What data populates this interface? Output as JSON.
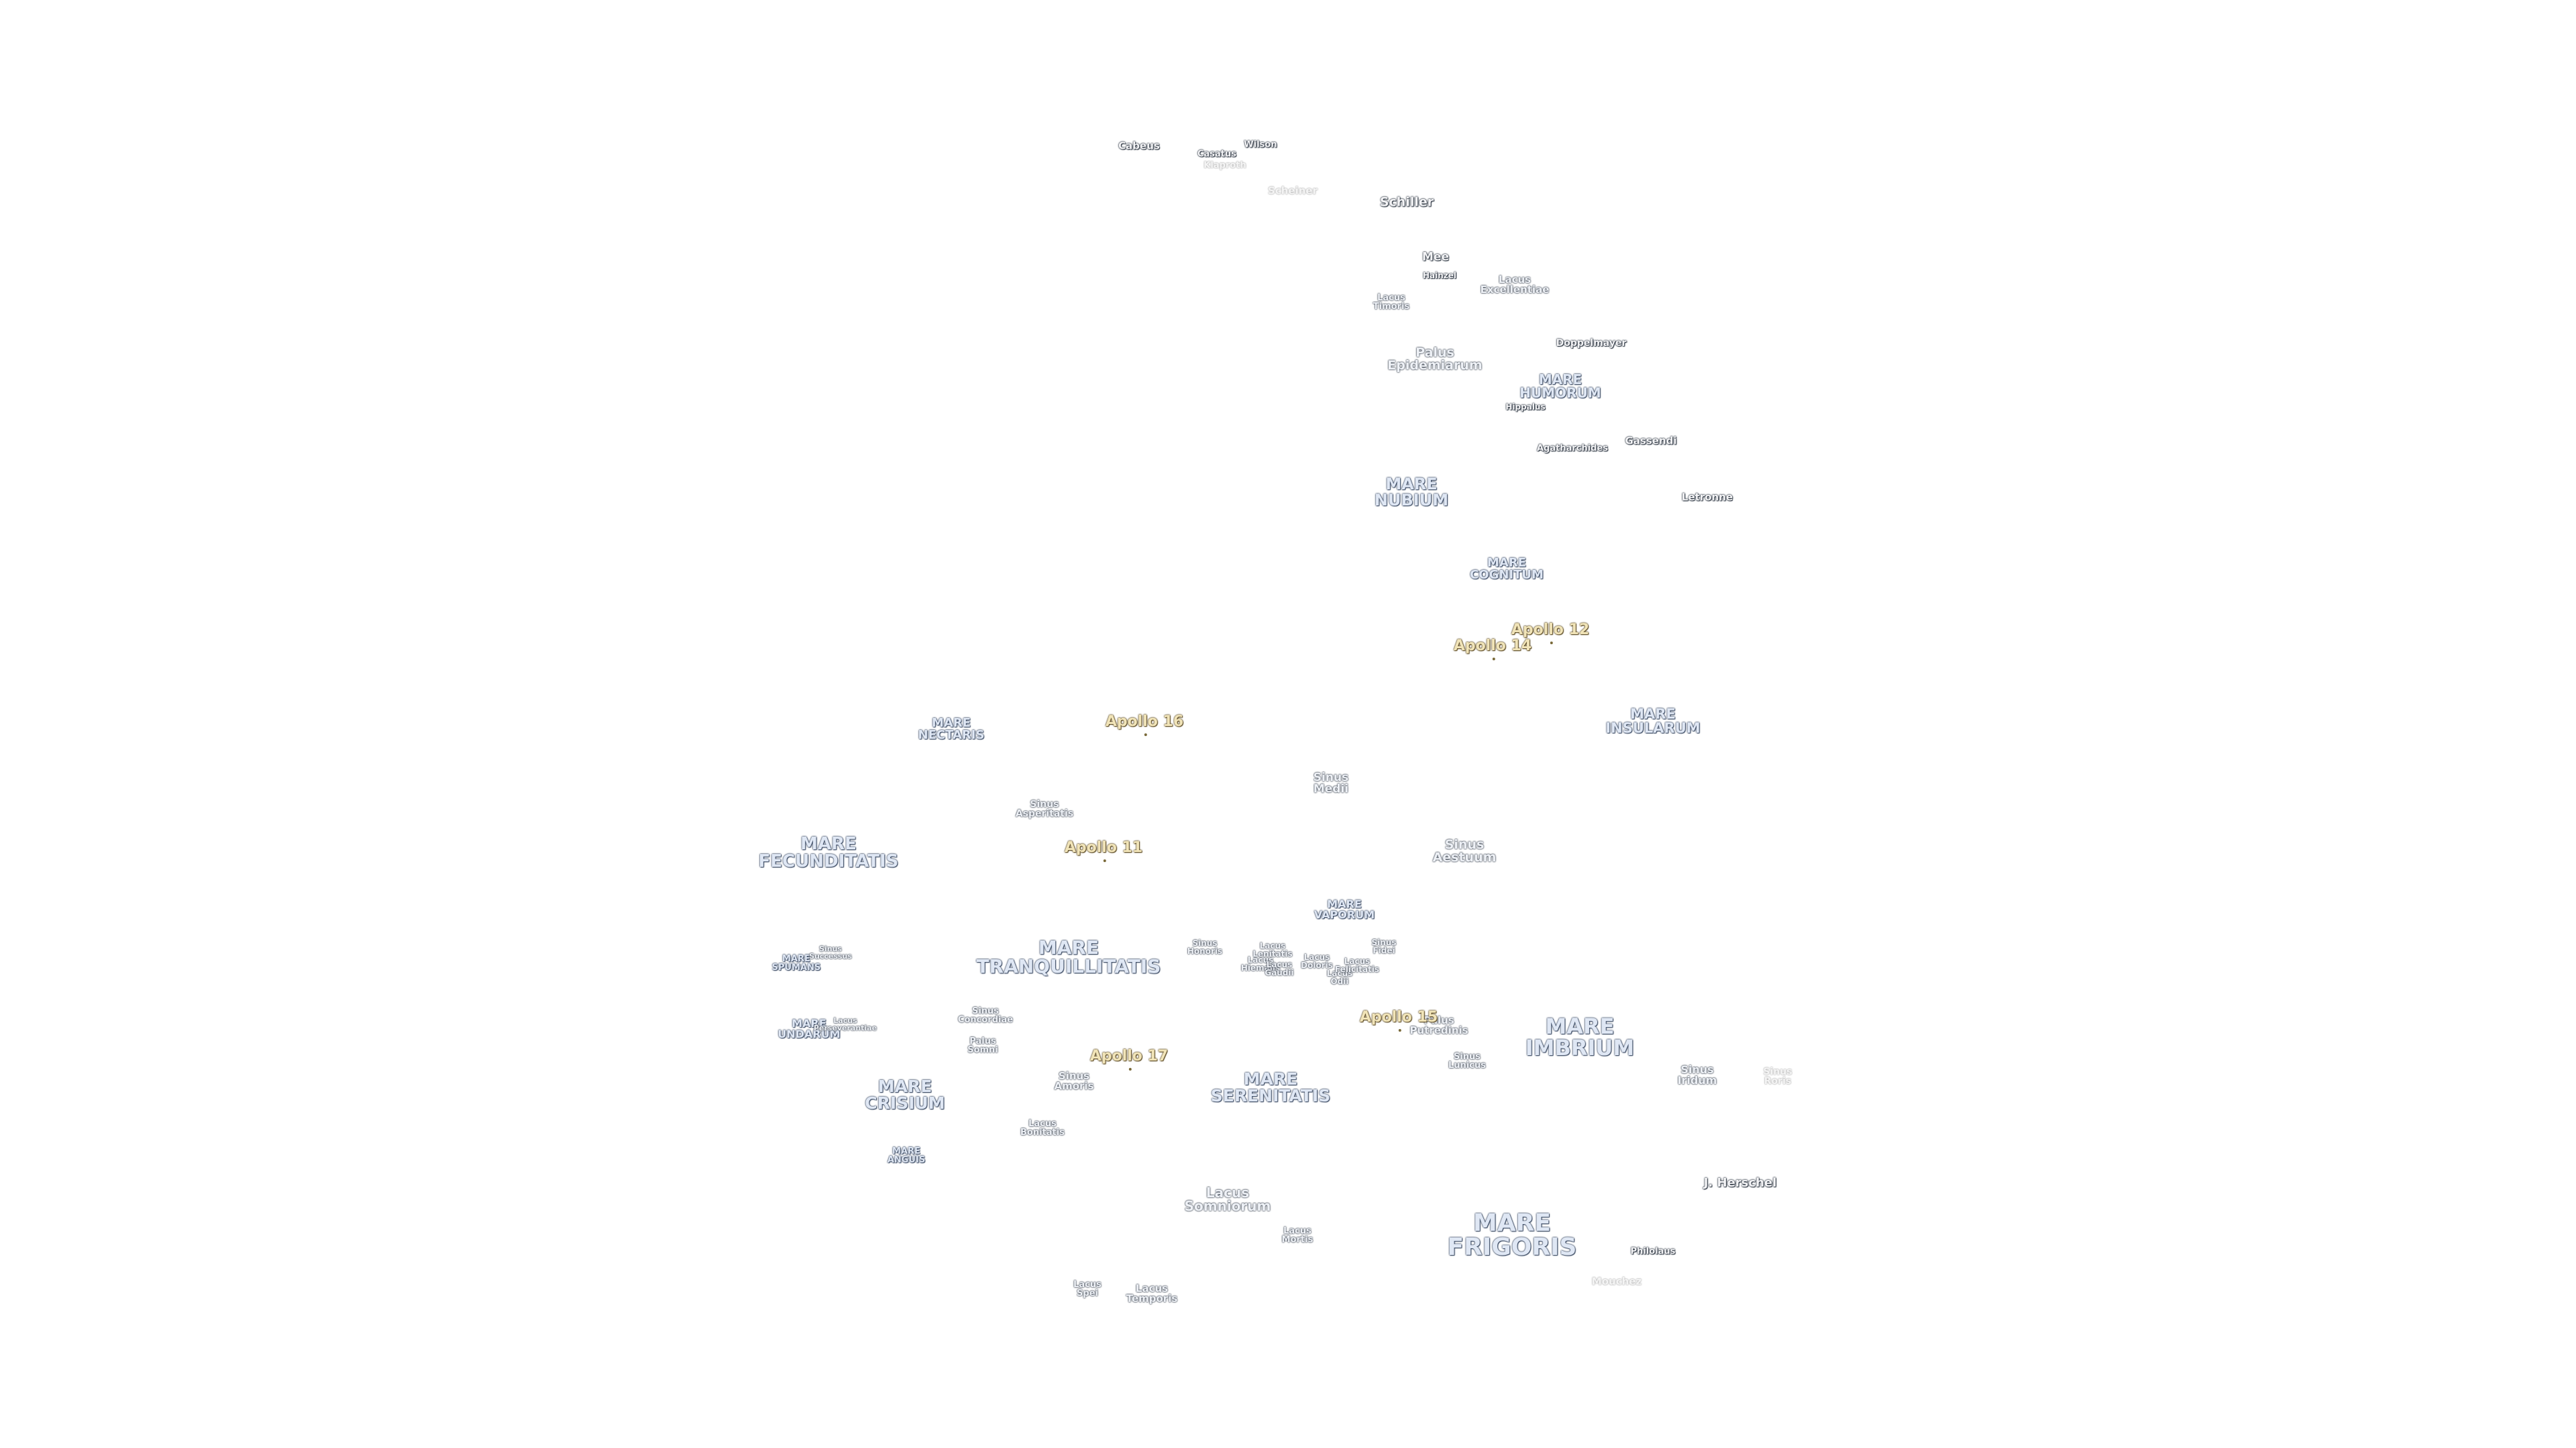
{
  "colors": {
    "background": "#ffffff",
    "crater_text": "#f4f4f6",
    "mare_text": "#dfe7f4",
    "apollo_text": "#f1e4b8",
    "halo_dark": "#2c3540",
    "halo_faint": "#b5b5b5"
  },
  "labels": {
    "craters": [
      "Cabeus",
      "Casatus",
      "Klaproth",
      "Wilson",
      "Scheiner",
      "Schiller",
      "Mee",
      "Hainzel",
      "Doppelmayer",
      "Hippalus",
      "Agatharchides",
      "Gassendi",
      "Letronne",
      "Philolaus",
      "J. Herschel",
      "Mouchez"
    ],
    "maria": {
      "nubium": [
        "MARE",
        "NUBIUM"
      ],
      "humorum": [
        "MARE",
        "HUMORUM"
      ],
      "cognitum": [
        "MARE",
        "COGNITUM"
      ],
      "insularum": [
        "MARE",
        "INSULARUM"
      ],
      "nectaris": [
        "MARE",
        "NECTARIS"
      ],
      "fecunditatis": [
        "MARE",
        "FECUNDITATIS"
      ],
      "vaporum": [
        "MARE",
        "VAPORUM"
      ],
      "tranquillitatis": [
        "MARE",
        "TRANQUILLITATIS"
      ],
      "spumans": [
        "MARE",
        "SPUMANS"
      ],
      "undarum": [
        "MARE",
        "UNDARUM"
      ],
      "crisium": [
        "MARE",
        "CRISIUM"
      ],
      "anguis": [
        "MARE",
        "ANGUIS"
      ],
      "serenitatis": [
        "MARE",
        "SERENITATIS"
      ],
      "imbrium": [
        "MARE",
        "IMBRIUM"
      ],
      "frigoris": [
        "MARE",
        "FRIGORIS"
      ]
    },
    "features": {
      "lacus_excellentiae": [
        "Lacus",
        "Excellentiae"
      ],
      "lacus_timoris": [
        "Lacus",
        "Timoris"
      ],
      "palus_epidemiarum": [
        "Palus",
        "Epidemiarum"
      ],
      "sinus_medii": [
        "Sinus",
        "Medii"
      ],
      "sinus_asperitatis": [
        "Sinus",
        "Asperitatis"
      ],
      "sinus_aestuum": [
        "Sinus",
        "Aestuum"
      ],
      "sinus_successus": [
        "Sinus",
        "Successus"
      ],
      "lacus_perseverantiae": [
        "Lacus",
        "Perseverantiae"
      ],
      "sinus_concordiae": [
        "Sinus",
        "Concordiae"
      ],
      "palus_somni": [
        "Palus",
        "Somni"
      ],
      "sinus_amoris": [
        "Sinus",
        "Amoris"
      ],
      "lacus_bonitatis": [
        "Lacus",
        "Bonitatis"
      ],
      "sinus_honoris": [
        "Sinus",
        "Honoris"
      ],
      "lacus_lenitatis": [
        "Lacus",
        "Lenitatis"
      ],
      "lacus_hiemalis": [
        "Lacus",
        "Hiemalis"
      ],
      "lacus_gaudii": [
        "Lacus",
        "Gaudii"
      ],
      "lacus_doloris": [
        "Lacus",
        "Doloris"
      ],
      "lacus_odii": [
        "Lacus",
        "Odii"
      ],
      "lacus_felicitatis": [
        "Lacus",
        "Felicitatis"
      ],
      "sinus_fidei": [
        "Sinus",
        "Fidei"
      ],
      "palus_putredinis": [
        "Palus",
        "Putredinis"
      ],
      "sinus_lunicus": [
        "Sinus",
        "Lunicus"
      ],
      "sinus_iridum": [
        "Sinus",
        "Iridum"
      ],
      "sinus_roris": [
        "Sinus",
        "Roris"
      ],
      "lacus_somniorum": [
        "Lacus",
        "Somniorum"
      ],
      "lacus_mortis": [
        "Lacus",
        "Mortis"
      ],
      "lacus_spei": [
        "Lacus",
        "Spei"
      ],
      "lacus_temporis": [
        "Lacus",
        "Temporis"
      ]
    },
    "apollo_sites": [
      "Apollo 12",
      "Apollo 14",
      "Apollo 16",
      "Apollo 11",
      "Apollo 15",
      "Apollo 17"
    ]
  }
}
